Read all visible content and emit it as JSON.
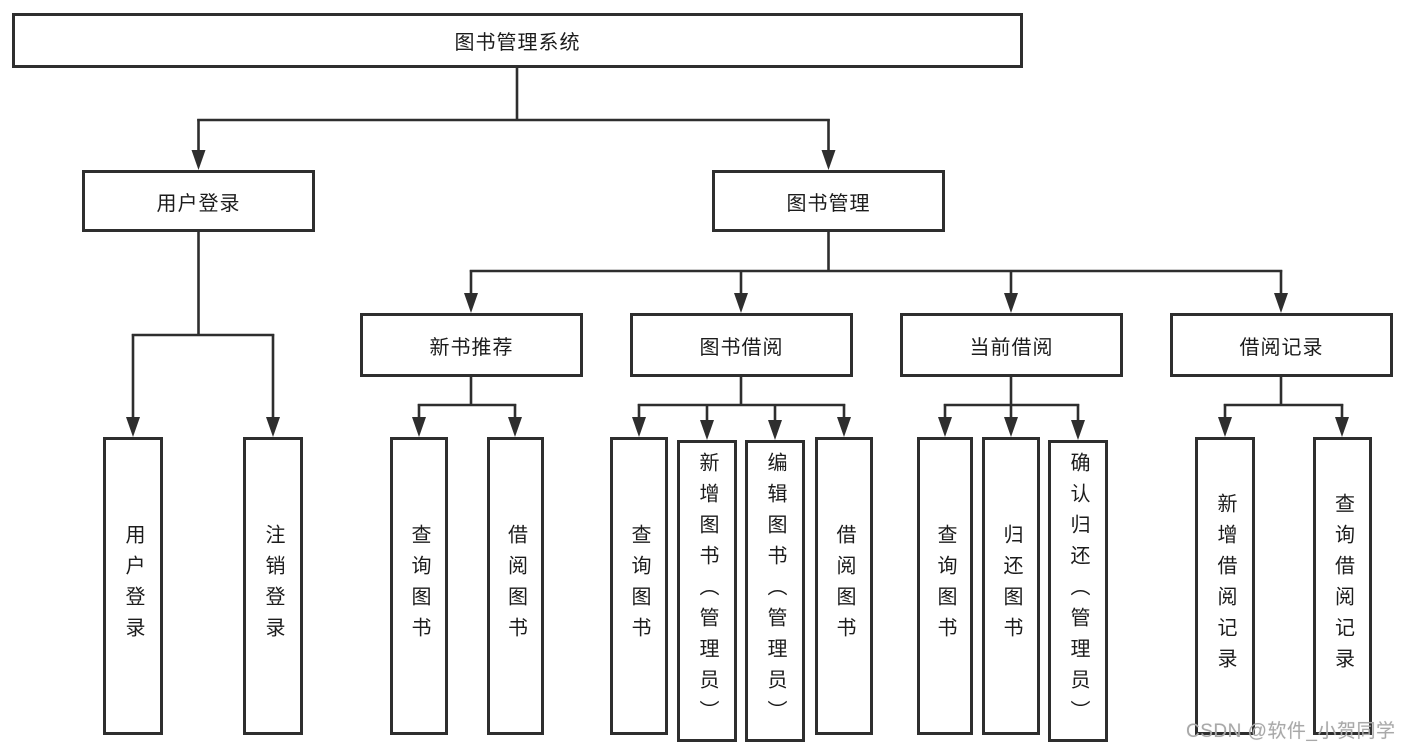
{
  "diagram": {
    "kind": "hierarchy-tree",
    "colors": {
      "line": "#2e2e2e",
      "box_border": "#2e2e2e",
      "box_fill": "#ffffff",
      "text": "#1c1c1c",
      "watermark": "#a8a8a8",
      "background": "#ffffff"
    }
  },
  "nodes": {
    "root": "图书管理系统",
    "user_login": "用户登录",
    "book_mgmt": "图书管理",
    "new_book_rec": "新书推荐",
    "book_borrow": "图书借阅",
    "current_borrow": "当前借阅",
    "borrow_records": "借阅记录",
    "ul_user_login": "用户登录",
    "ul_logout": "注销登录",
    "nr_query_book": "查询图书",
    "nr_borrow_book": "借阅图书",
    "bb_query_book": "查询图书",
    "bb_add_book": "新增图书（管理员）",
    "bb_edit_book": "编辑图书（管理员）",
    "bb_borrow_book": "借阅图书",
    "cb_query_book": "查询图书",
    "cb_return_book": "归还图书",
    "cb_confirm_return": "确认归还（管理员）",
    "br_add_record": "新增借阅记录",
    "br_query_record": "查询借阅记录"
  },
  "watermark": "CSDN @软件_小贺同学"
}
